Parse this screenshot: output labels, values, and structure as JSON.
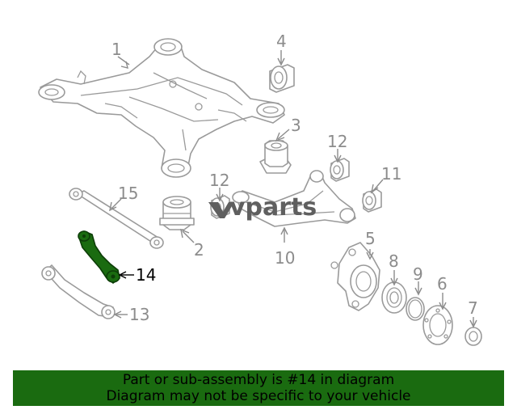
{
  "logo": {
    "text": "vparts",
    "colors": {
      "mark": "#5f5f5f"
    }
  },
  "callouts": {
    "c1": "1",
    "c2": "2",
    "c3": "3",
    "c4": "4",
    "c5": "5",
    "c6": "6",
    "c7": "7",
    "c8": "8",
    "c9": "9",
    "c10": "10",
    "c11": "11",
    "c12a": "12",
    "c12b": "12",
    "c13": "13",
    "c14": "14",
    "c15": "15"
  },
  "highlighted_part": "14",
  "banner": {
    "line1": "Part or sub-assembly is #14 in diagram",
    "line2": "Diagram may not be specific to your vehicle"
  },
  "colors": {
    "highlight": "#1a6b10",
    "line_art": "#9a9a9a",
    "callout": "#8c8c8c"
  }
}
